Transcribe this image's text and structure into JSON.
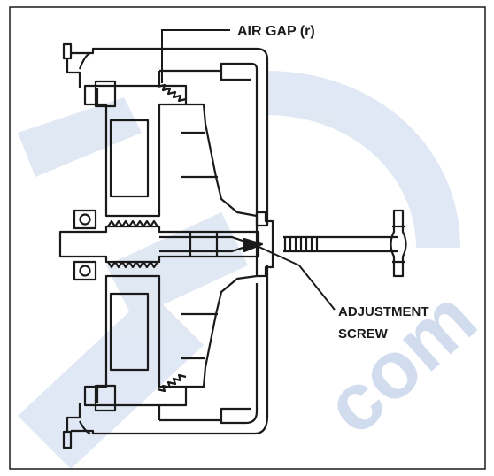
{
  "figure": {
    "labels": {
      "air_gap": "AIR GAP (r)",
      "adjustment_line1": "ADJUSTMENT",
      "adjustment_line2": "SCREW"
    },
    "watermark_text": "com"
  },
  "colors": {
    "ink": "#1a1a1a",
    "watermark": "#c3d1ea",
    "background": "#ffffff"
  }
}
